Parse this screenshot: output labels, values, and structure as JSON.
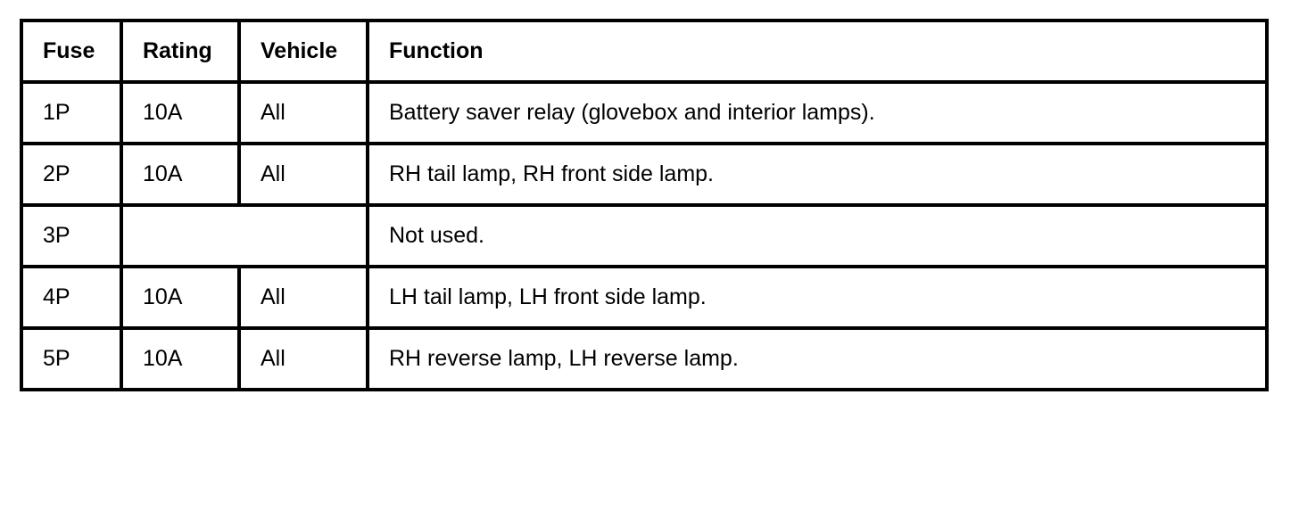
{
  "table": {
    "headers": {
      "fuse": "Fuse",
      "rating": "Rating",
      "vehicle": "Vehicle",
      "function": "Function"
    },
    "rows": [
      {
        "fuse": "1P",
        "rating": "10A",
        "vehicle": "All",
        "function": "Battery saver relay (glovebox and interior lamps)."
      },
      {
        "fuse": "2P",
        "rating": "10A",
        "vehicle": "All",
        "function": "RH tail lamp, RH front side lamp."
      },
      {
        "fuse": "3P",
        "rating": "",
        "vehicle": "",
        "function": "Not used."
      },
      {
        "fuse": "4P",
        "rating": "10A",
        "vehicle": "All",
        "function": "LH tail lamp, LH front side lamp."
      },
      {
        "fuse": "5P",
        "rating": "10A",
        "vehicle": "All",
        "function": "RH reverse lamp, LH reverse lamp."
      }
    ]
  }
}
